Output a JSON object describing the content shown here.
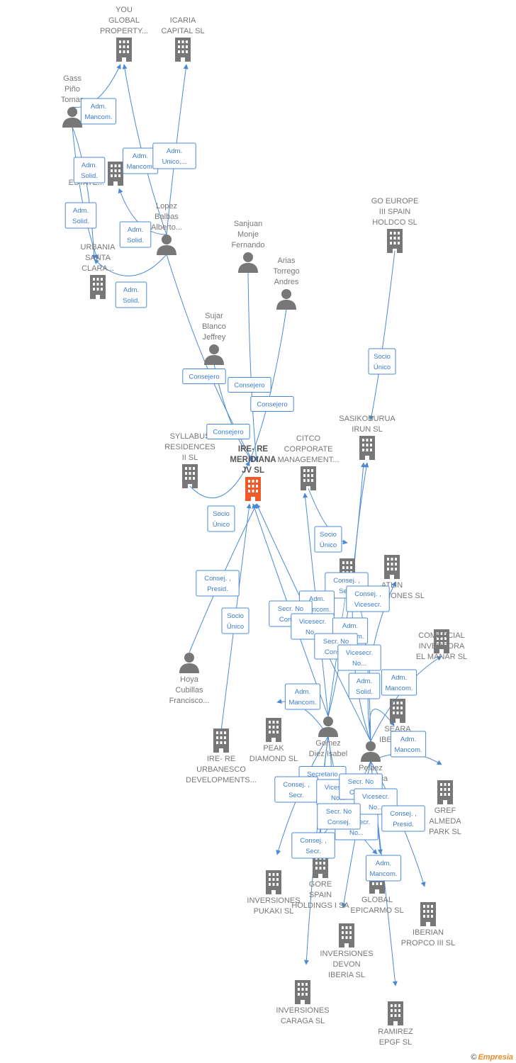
{
  "nodes": [
    {
      "id": "you",
      "kind": "company",
      "lines": [
        "YOU",
        "GLOBAL",
        "PROPERTY..."
      ]
    },
    {
      "id": "icaria",
      "kind": "company",
      "lines": [
        "ICARIA",
        "CAPITAL SL"
      ]
    },
    {
      "id": "gass",
      "kind": "person",
      "lines": [
        "Gass",
        "Piño",
        "Tomas"
      ]
    },
    {
      "id": "urbareal",
      "kind": "company",
      "lines": [
        "URBA",
        "REAL",
        "ESTATE..."
      ]
    },
    {
      "id": "lopez",
      "kind": "person",
      "lines": [
        "Lopez",
        "Balbas",
        "Alberto..."
      ]
    },
    {
      "id": "urbania",
      "kind": "company",
      "lines": [
        "URBANIA",
        "SANTA",
        "CLARA..."
      ]
    },
    {
      "id": "sanjuan",
      "kind": "person",
      "lines": [
        "Sanjuan",
        "Monje",
        "Fernando"
      ]
    },
    {
      "id": "arias",
      "kind": "person",
      "lines": [
        "Arias",
        "Torrego",
        "Andres"
      ]
    },
    {
      "id": "goeurope",
      "kind": "company",
      "lines": [
        "GO EUROPE",
        "III SPAIN",
        "HOLDCO  SL"
      ]
    },
    {
      "id": "sujar",
      "kind": "person",
      "lines": [
        "Sujar",
        "Blanco",
        "Jeffrey"
      ]
    },
    {
      "id": "sasiko",
      "kind": "company",
      "lines": [
        "SASIKOBURUA",
        "IRUN  SL"
      ]
    },
    {
      "id": "syllabus",
      "kind": "company",
      "lines": [
        "SYLLABUS",
        "RESIDENCES",
        "II  SL"
      ]
    },
    {
      "id": "main",
      "kind": "company",
      "main": true,
      "lines": [
        "IRE- RE",
        "MERIDIANA",
        "JV  SL"
      ]
    },
    {
      "id": "citco",
      "kind": "company",
      "lines": [
        "CITCO",
        "CORPORATE",
        "MANAGEMENT..."
      ]
    },
    {
      "id": "atlin",
      "kind": "company",
      "lines": [
        "ATLIN",
        "INVERSIONES SL"
      ]
    },
    {
      "id": "hidden",
      "kind": "company",
      "lines": []
    },
    {
      "id": "comercial",
      "kind": "company",
      "lines": [
        "COMERCIAL",
        "INVERSORA",
        "EL MANAR SL"
      ]
    },
    {
      "id": "hoya",
      "kind": "person",
      "lines": [
        "Hoya",
        "Cubillas",
        "Francisco..."
      ]
    },
    {
      "id": "seara",
      "kind": "company",
      "lines": [
        "SEARA",
        "IBERIA  SL"
      ]
    },
    {
      "id": "gomez",
      "kind": "person",
      "lines": [
        "Gomez",
        "Diez Isabel"
      ]
    },
    {
      "id": "peak",
      "kind": "company",
      "lines": [
        "PEAK",
        "DIAMOND SL"
      ]
    },
    {
      "id": "ireurb",
      "kind": "company",
      "lines": [
        "IRE- RE",
        "URBANESCO",
        "DEVELOPMENTS..."
      ]
    },
    {
      "id": "pelaez",
      "kind": "person",
      "lines": [
        "Pelaez",
        "Vara Julia"
      ]
    },
    {
      "id": "gref",
      "kind": "company",
      "lines": [
        "GREF",
        "ALMEDA",
        "PARK  SL"
      ]
    },
    {
      "id": "pukaki",
      "kind": "company",
      "lines": [
        "INVERSIONES",
        "PUKAKI  SL"
      ]
    },
    {
      "id": "gore",
      "kind": "company",
      "lines": [
        "GORE",
        "SPAIN",
        "HOLDINGS I SA"
      ]
    },
    {
      "id": "epicarmo",
      "kind": "company",
      "lines": [
        "GLOBAL",
        "EPICARMO SL"
      ]
    },
    {
      "id": "iberian",
      "kind": "company",
      "lines": [
        "IBERIAN",
        "PROPCO III  SL"
      ]
    },
    {
      "id": "devon",
      "kind": "company",
      "lines": [
        "INVERSIONES",
        "DEVON",
        "IBERIA SL"
      ]
    },
    {
      "id": "caraga",
      "kind": "company",
      "lines": [
        "INVERSIONES",
        "CARAGA  SL"
      ]
    },
    {
      "id": "ramirez",
      "kind": "company",
      "lines": [
        "RAMIREZ",
        "EPGF SL"
      ]
    }
  ],
  "edges": [
    {
      "from": "gass",
      "to": "you",
      "lines": [
        "Adm.",
        "Mancom."
      ]
    },
    {
      "from": "lopez",
      "to": "you",
      "lines": [
        "Adm.",
        "Mancom."
      ]
    },
    {
      "from": "lopez",
      "to": "icaria",
      "lines": [
        "Adm.",
        "Unico,..."
      ]
    },
    {
      "from": "gass",
      "to": "urbania",
      "lines": [
        "Adm.",
        "Solid."
      ]
    },
    {
      "from": "gass",
      "to": "urbania",
      "lines": [
        "Adm.",
        "Solid."
      ]
    },
    {
      "from": "lopez",
      "to": "urbareal",
      "lines": [
        "Adm.",
        "Solid."
      ]
    },
    {
      "from": "lopez",
      "to": "urbania",
      "lines": [
        "Adm.",
        "Solid."
      ]
    },
    {
      "from": "lopez",
      "to": "main",
      "lines": [
        "Consejero"
      ]
    },
    {
      "from": "sanjuan",
      "to": "main",
      "lines": [
        "Consejero"
      ]
    },
    {
      "from": "arias",
      "to": "main",
      "lines": [
        "Consejero"
      ]
    },
    {
      "from": "sujar",
      "to": "main",
      "lines": [
        "Consejero"
      ]
    },
    {
      "from": "goeurope",
      "to": "sasiko",
      "lines": [
        "Socio",
        "Único"
      ]
    },
    {
      "from": "syllabus",
      "to": "main",
      "lines": [
        "Socio",
        "Único"
      ]
    },
    {
      "from": "citco",
      "to": "hidden",
      "lines": [
        "Socio",
        "Único"
      ]
    },
    {
      "from": "hoya",
      "to": "main",
      "lines": [
        "Consej. ,",
        "Presid."
      ]
    },
    {
      "from": "ireurb",
      "to": "main",
      "lines": [
        "Socio",
        "Único"
      ]
    },
    {
      "from": "gomez",
      "to": "hidden",
      "lines": [
        "Consej. ,",
        "Secr."
      ]
    },
    {
      "from": "pelaez",
      "to": "hidden",
      "lines": [
        "Consej. ,",
        "Vicesecr."
      ]
    },
    {
      "from": "gomez",
      "to": "citco",
      "lines": [
        "Adm.",
        "Mancom."
      ]
    },
    {
      "from": "gomez",
      "to": "main",
      "lines": [
        "Secr.  No",
        "Consej."
      ]
    },
    {
      "from": "pelaez",
      "to": "main",
      "lines": [
        "Vicesecr.",
        "No..."
      ]
    },
    {
      "from": "gomez",
      "to": "sasiko",
      "lines": [
        "Adm.",
        "Mancom."
      ]
    },
    {
      "from": "pelaez",
      "to": "sasiko",
      "lines": [
        "Secr.  No",
        "Consej."
      ]
    },
    {
      "from": "pelaez",
      "to": "atlin",
      "lines": [
        "Vicesecr.",
        "No..."
      ]
    },
    {
      "from": "pelaez",
      "to": "seara",
      "lines": [
        "Adm.",
        "Solid."
      ]
    },
    {
      "from": "pelaez",
      "to": "comercial",
      "lines": [
        "Adm.",
        "Mancom."
      ]
    },
    {
      "from": "gomez",
      "to": "peak",
      "lines": [
        "Adm.",
        "Mancom."
      ]
    },
    {
      "from": "pelaez",
      "to": "gref",
      "lines": [
        "Adm.",
        "Mancom."
      ]
    },
    {
      "from": "gomez",
      "to": "gore",
      "lines": [
        "Secretario"
      ]
    },
    {
      "from": "gomez",
      "to": "pukaki",
      "lines": [
        "Consej. ,",
        "Secr."
      ]
    },
    {
      "from": "gomez",
      "to": "gore",
      "lines": [
        "Vicesecr.",
        "No..."
      ]
    },
    {
      "from": "pelaez",
      "to": "gore",
      "lines": [
        "Secr.  No",
        "Consej."
      ]
    },
    {
      "from": "pelaez",
      "to": "epicarmo",
      "lines": [
        "Vicesecr.",
        "No..."
      ]
    },
    {
      "from": "pelaez",
      "to": "devon",
      "lines": [
        "Vicesecr.",
        "No..."
      ]
    },
    {
      "from": "gomez",
      "to": "epicarmo",
      "lines": [
        "Secr.  No",
        "Consej."
      ]
    },
    {
      "from": "gomez",
      "to": "caraga",
      "lines": [
        "Consej. ,",
        "Secr."
      ]
    },
    {
      "from": "pelaez",
      "to": "iberian",
      "lines": [
        "Consej. ,",
        "Presid."
      ]
    },
    {
      "from": "pelaez",
      "to": "ramirez",
      "lines": [
        "Adm.",
        "Mancom."
      ]
    }
  ],
  "brand": {
    "copyright": "©",
    "name": "Empresia"
  }
}
